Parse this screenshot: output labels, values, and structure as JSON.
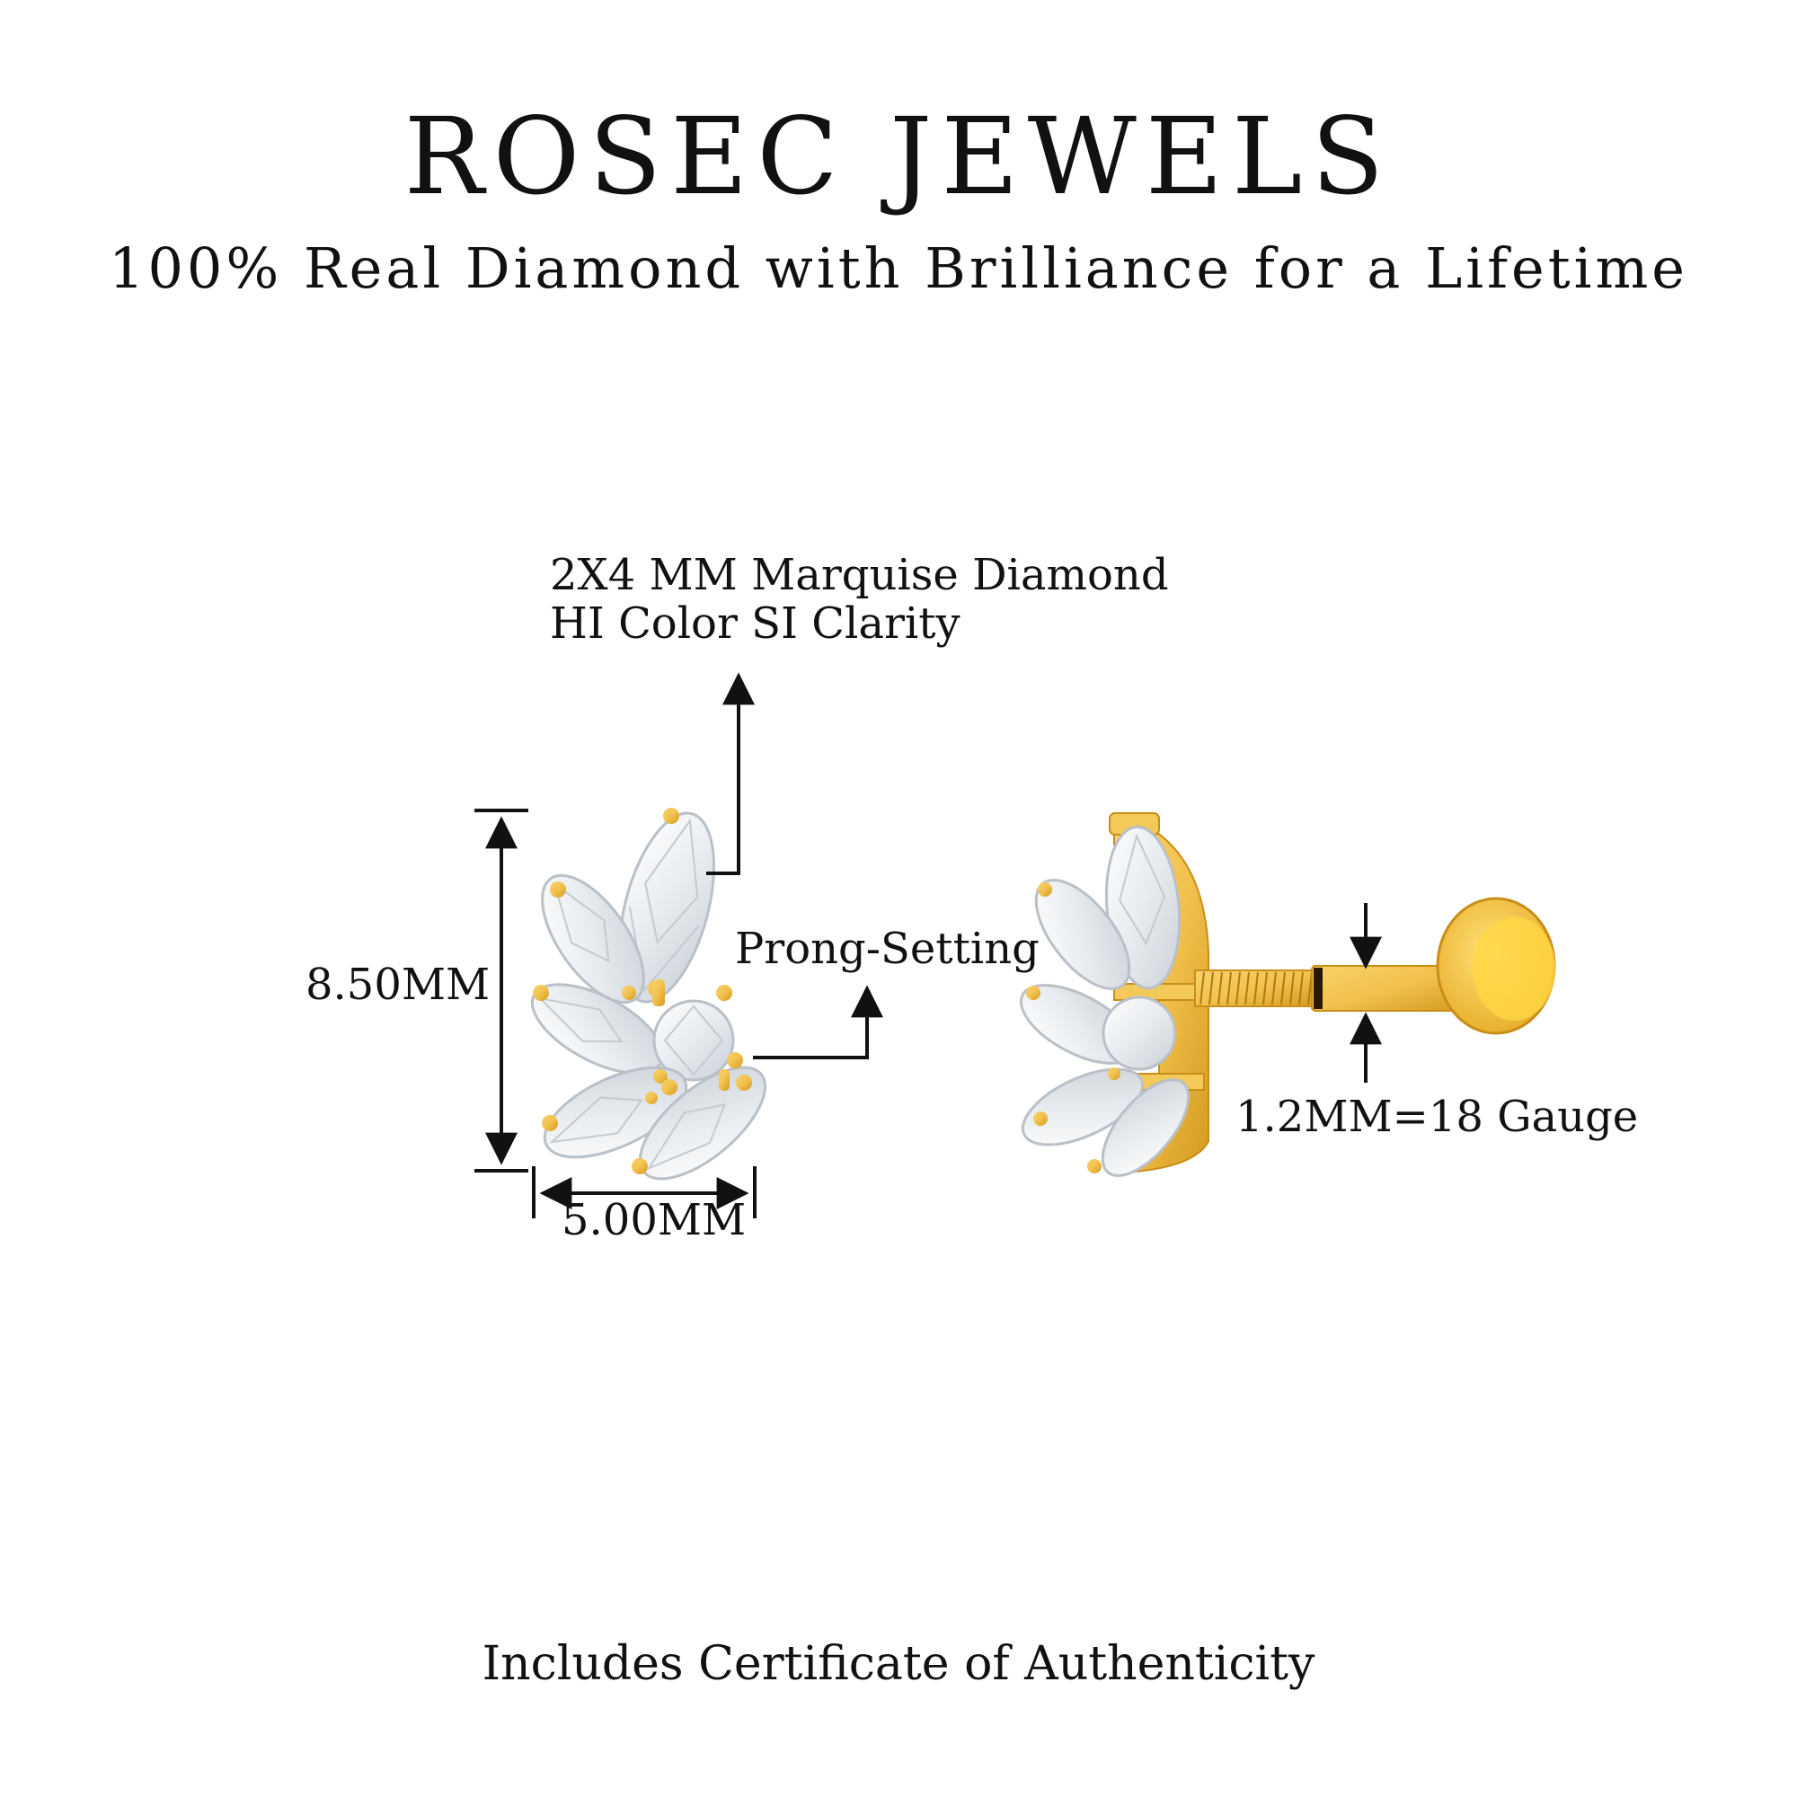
{
  "header": {
    "brand": "ROSEC JEWELS",
    "tagline": "100% Real Diamond with Brilliance for a Lifetime"
  },
  "annotations": {
    "diamond_size": "2X4 MM Marquise Diamond",
    "diamond_quality": "HI Color SI Clarity",
    "setting": "Prong-Setting",
    "height": "8.50MM",
    "width": "5.00MM",
    "gauge": "1.2MM=18 Gauge"
  },
  "footer": {
    "certificate": "Includes Certificate of Authenticity"
  },
  "colors": {
    "gold": "#F2C14E",
    "gold_dark": "#D49A1E",
    "diamond": "#F4F6F8",
    "line": "#111111"
  },
  "icons": [
    "front-view-earring",
    "side-view-earring",
    "arrow-icon"
  ]
}
